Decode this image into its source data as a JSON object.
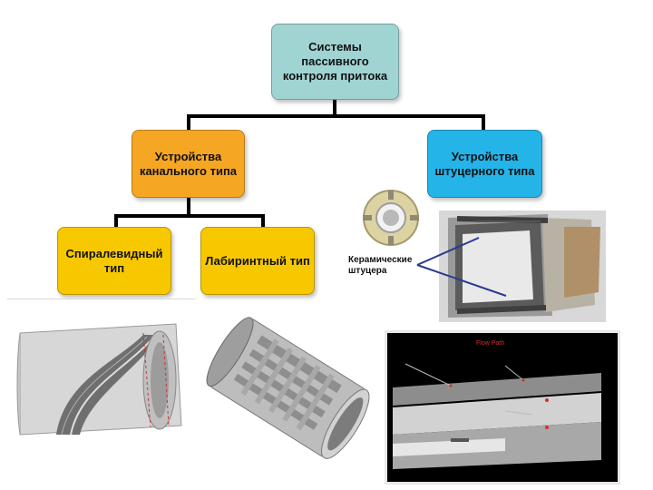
{
  "colors": {
    "root": "#9fd4d2",
    "channel": "#f5a623",
    "choke": "#24b4e8",
    "leaf": "#f7c800"
  },
  "hierarchy": {
    "root": {
      "label": "Системы пассивного контроля притока"
    },
    "channel_type": {
      "label": "Устройства канального типа"
    },
    "choke_type": {
      "label": "Устройства штуцерного типа"
    },
    "spiral": {
      "label": "Спиралевидный тип"
    },
    "labyrinth": {
      "label": "Лабиринтный тип"
    }
  },
  "illustrations": {
    "ceramic_label": "Керамические штуцера",
    "flow_diagram_title": "Flow Path"
  },
  "icons": [
    "ceramic-nozzle-image",
    "choke-device-cutaway-image",
    "spiral-device-cutaway-image",
    "labyrinth-device-image",
    "flow-path-diagram-image"
  ]
}
